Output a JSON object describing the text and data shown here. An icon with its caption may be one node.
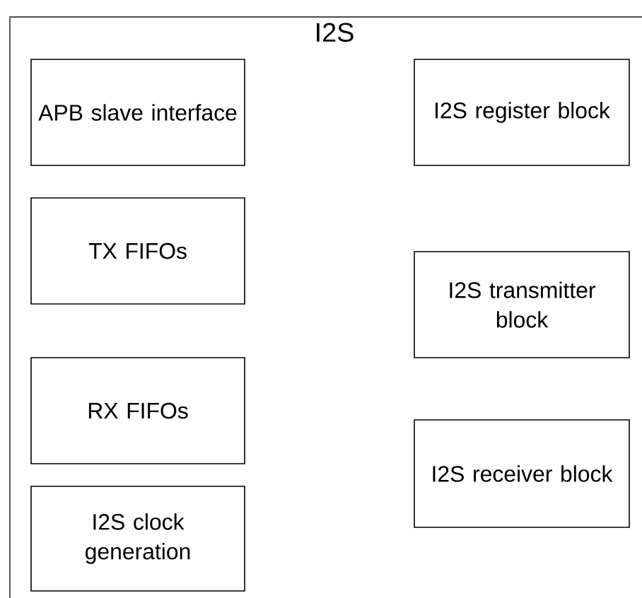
{
  "diagram": {
    "nodes": [
      {
        "text": [
          "I2S"
        ]
      },
      {
        "text": [
          "APB slave interface"
        ],
        "in": 0
      },
      {
        "text": [
          "I2S register block"
        ],
        "in": 0
      },
      {
        "text": [
          "TX FIFOs"
        ],
        "in": 0
      },
      {
        "text": [
          "I2S transmitter block"
        ],
        "in": 0
      },
      {
        "text": [
          "RX FIFOs"
        ],
        "in": 0
      },
      {
        "text": [
          "I2S receiver block"
        ],
        "in": 0
      },
      {
        "text": [
          "I2S clock generation"
        ],
        "in": 0
      }
    ]
  }
}
